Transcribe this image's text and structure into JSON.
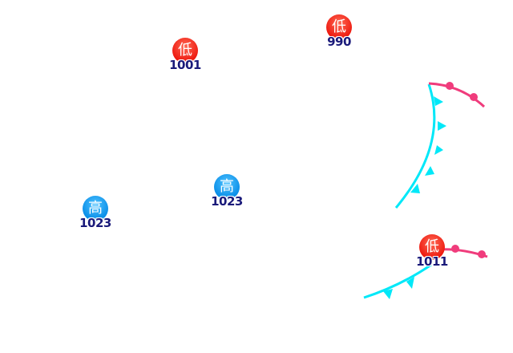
{
  "colors": {
    "cold_front": "#00e8f8",
    "warm_front": "#f03c7c",
    "low": "#ee1a10",
    "high": "#0a8ee8",
    "pressure_text": "#1a1a7a"
  },
  "pressure_centers": [
    {
      "type": "low",
      "symbol": "低",
      "value": "1001"
    },
    {
      "type": "low",
      "symbol": "低",
      "value": "990"
    },
    {
      "type": "high",
      "symbol": "高",
      "value": "1023"
    },
    {
      "type": "high",
      "symbol": "高",
      "value": "1023"
    },
    {
      "type": "low",
      "symbol": "低",
      "value": "1011"
    }
  ],
  "fronts": [
    {
      "type": "cold"
    },
    {
      "type": "warm"
    },
    {
      "type": "cold"
    },
    {
      "type": "warm"
    }
  ]
}
